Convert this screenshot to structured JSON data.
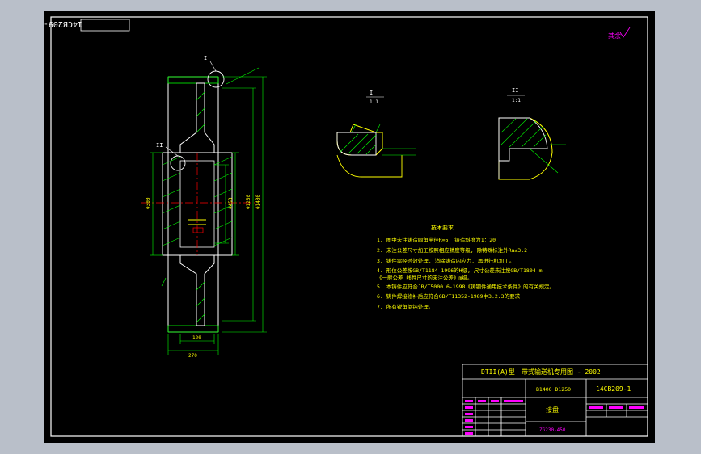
{
  "drawing": {
    "drawing_number_rotated": "14CB209-1",
    "roughness_mark": "其余",
    "detail_label_1": "I",
    "detail_label_2": "II",
    "detail_scale": "1:1",
    "view_label_a": "I",
    "view_label_b": "II"
  },
  "dimensions": {
    "d1": "Φ1400",
    "d2": "Φ1250",
    "d3": "Φ450",
    "d4": "Φ300",
    "w1": "270",
    "w2": "120"
  },
  "tech_req": {
    "title": "技术要求",
    "items": [
      "1. 图中未注铸造圆角半径R=5, 铸造斜度为1：20",
      "2. 未注公差尺寸加工按照相应精度等级, 除特殊标注外Ra≤3.2",
      "3. 铸件需经时效处理, 消除铸造内应力, 再进行机加工。",
      "4. 形位公差按GB/T1184-1996的H级, 尺寸公差未注按GB/T1804-m",
      "   《一般公差 线性尺寸的未注公差》m级。",
      "5. 本铸件应符合JB/T5000.6-1998《铸钢件通用技术条件》的有关规定。",
      "6. 铸件焊接修补后应符合GB/T11352-1989中3.2.3的要求",
      "7. 所有锐角倒钝处理。"
    ]
  },
  "title_block": {
    "series": "DTII(A)型",
    "title": "带式输送机专用图 - 2002",
    "spec": "B1400  D1250",
    "drawing_no": "14CB209-1",
    "part_name": "接盘",
    "material": "ZG230-450"
  }
}
